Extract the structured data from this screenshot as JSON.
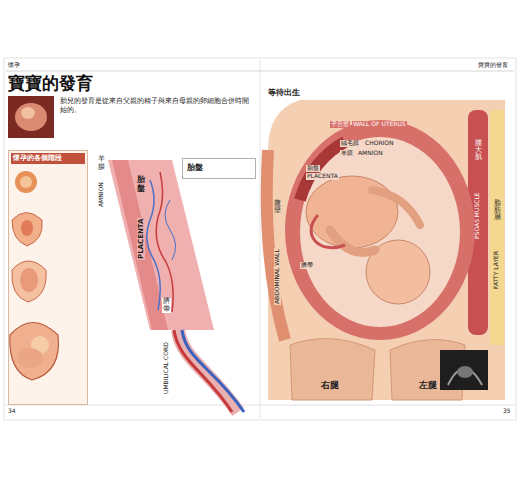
{
  "diagram": {
    "title": "寶寶的發育",
    "nodes": [
      {
        "text": [
          "懷孕的各個階段"
        ]
      },
      {
        "text": [
          "胎盤"
        ]
      }
    ],
    "labels": [
      "懷孕",
      "寶寶的發育",
      "34",
      "35",
      "胎兒的發育是從來自父親的精子與來自母親的卵細胞合併時開始的。",
      "羊膜",
      "AMNION",
      "胎盤",
      "PLACENTA",
      "臍帶",
      "UMBILICAL CORD",
      "等待出生",
      "子宮壁",
      "WALL OF UTERUS",
      "絨毛膜",
      "CHORION",
      "羊膜",
      "AMNION",
      "胎盤",
      "PLACENTA",
      "臍帶",
      "腹壁",
      "ABDOMINAL WALL",
      "腰大肌",
      "PSOAS MUSCLE",
      "脂肪層",
      "FATTY LAYER",
      "右腿",
      "左腿"
    ]
  }
}
